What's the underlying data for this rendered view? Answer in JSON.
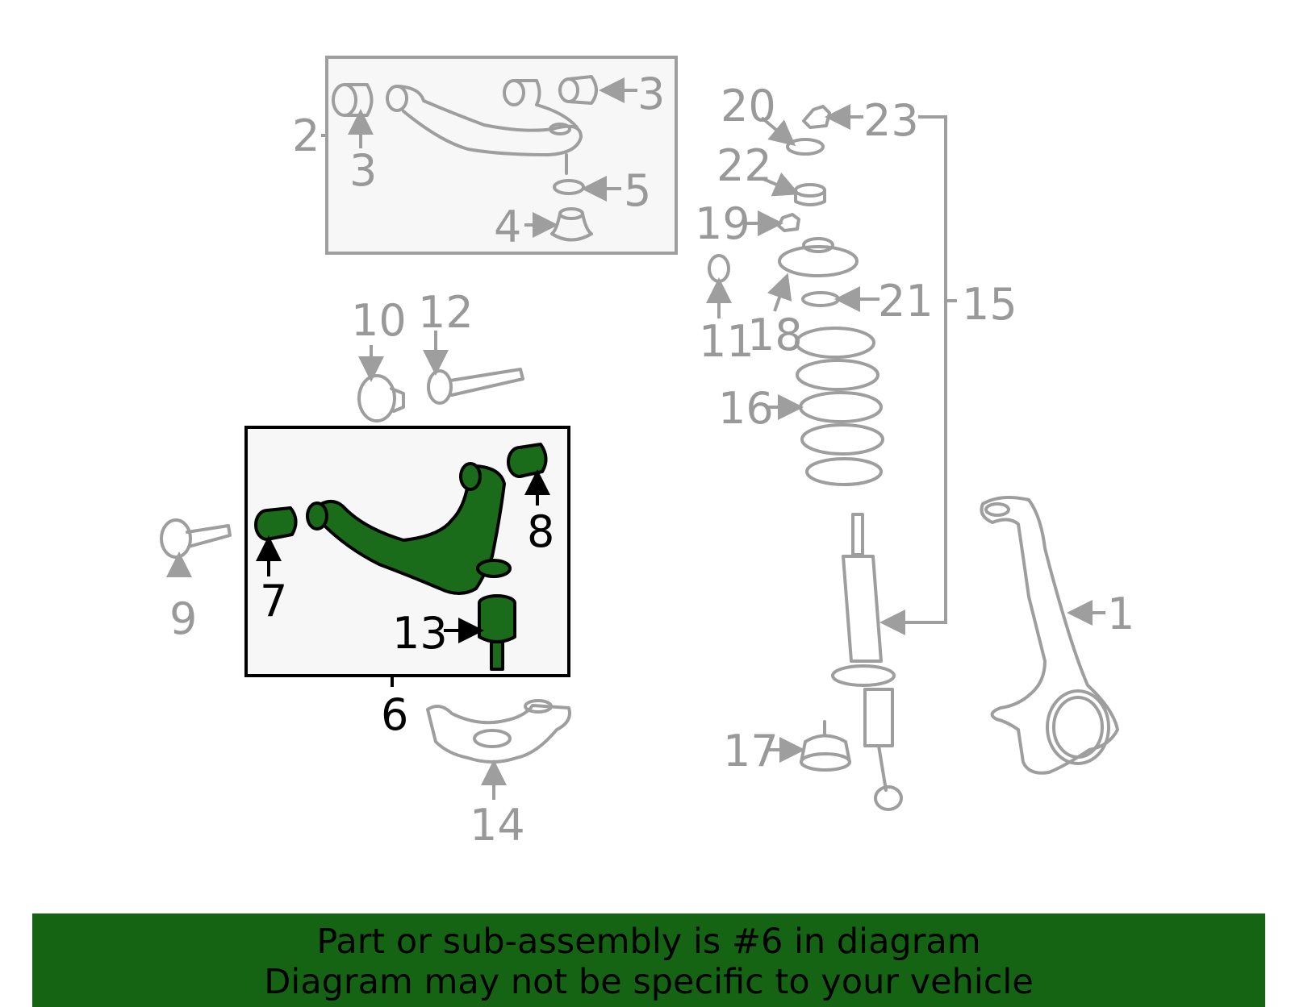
{
  "callouts": {
    "c1": "1",
    "c2": "2",
    "c3a": "3",
    "c3b": "3",
    "c4": "4",
    "c5": "5",
    "c6": "6",
    "c7": "7",
    "c8": "8",
    "c9": "9",
    "c10": "10",
    "c11": "11",
    "c12": "12",
    "c13": "13",
    "c14": "14",
    "c15": "15",
    "c16": "16",
    "c17": "17",
    "c18": "18",
    "c19": "19",
    "c20": "20",
    "c21": "21",
    "c22": "22",
    "c23": "23"
  },
  "highlight_color": "#1a6b1a",
  "banner": {
    "line1": "Part or sub-assembly is #6 in diagram",
    "line2": "Diagram may not be specific to your vehicle",
    "color": "#146414"
  }
}
